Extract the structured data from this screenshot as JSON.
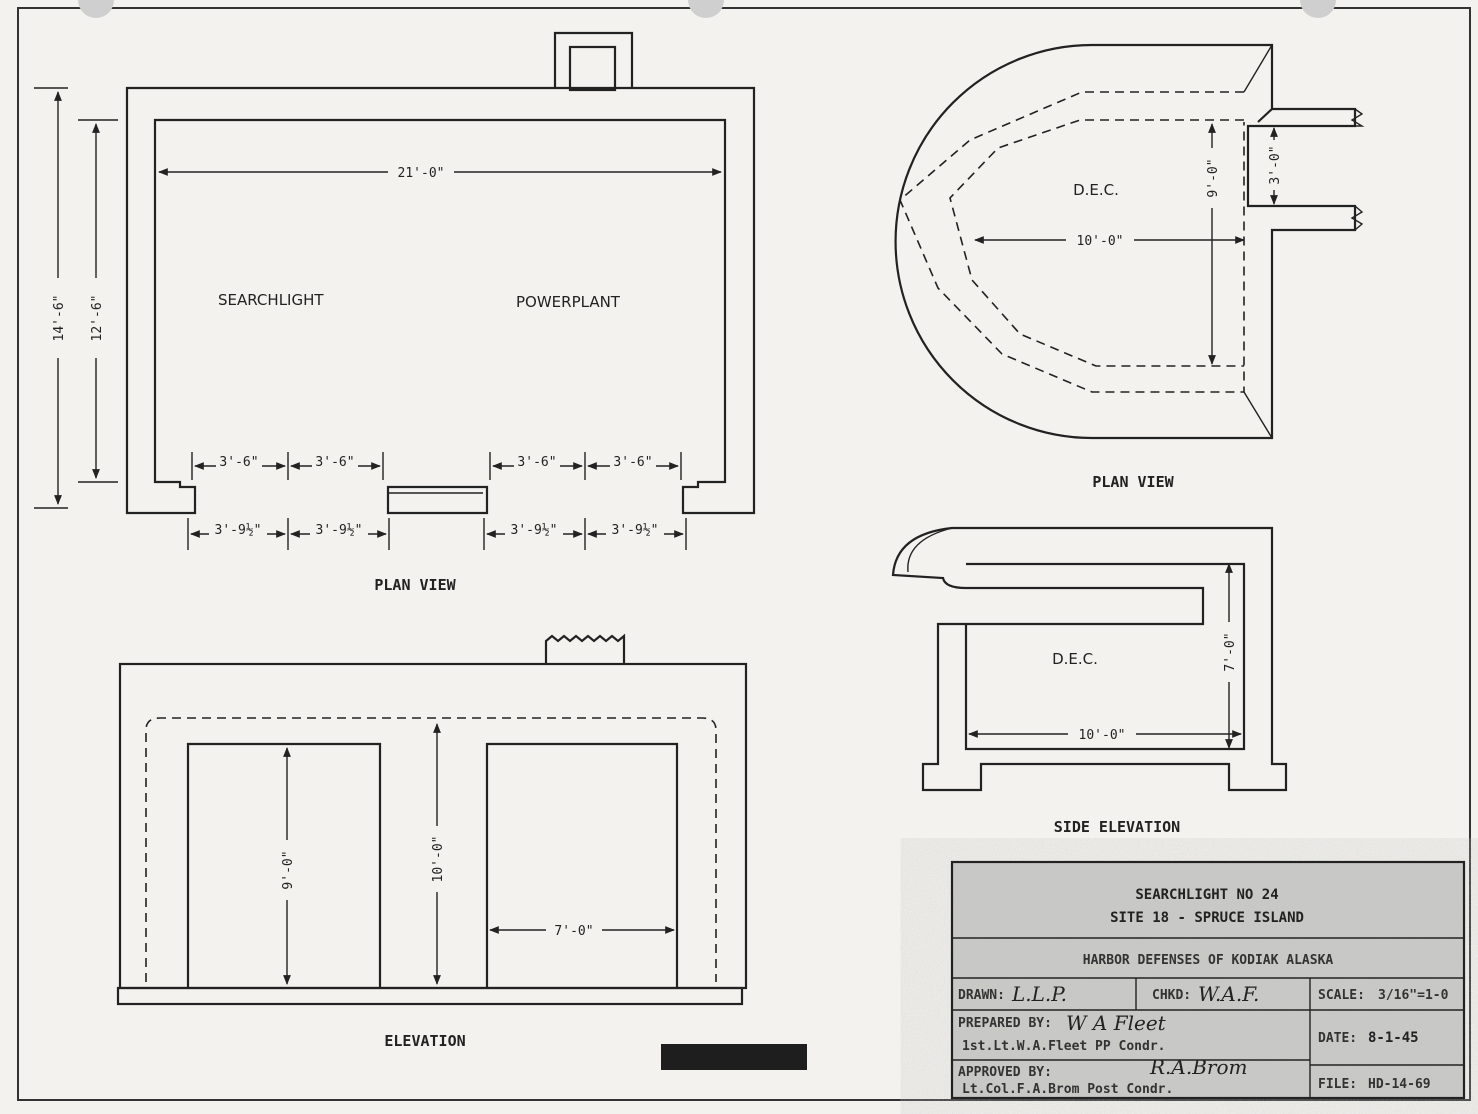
{
  "plan_left": {
    "title": "PLAN VIEW",
    "room_labels": [
      "SEARCHLIGHT",
      "POWERPLANT"
    ],
    "dims": {
      "overall_height": "14'-6\"",
      "inner_height": "12'-6\"",
      "inner_width": "21'-0\"",
      "openings": [
        "3'-6\"",
        "3'-6\"",
        "3'-6\"",
        "3'-6\""
      ],
      "wall_segments": [
        "3'-9½\"",
        "3'-9½\"",
        "3'-9½\"",
        "3'-9½\""
      ]
    }
  },
  "plan_right": {
    "title": "PLAN VIEW",
    "label": "D.E.C.",
    "dims": {
      "depth": "9'-0\"",
      "length": "10'-0\"",
      "entrance": "3'-0\""
    }
  },
  "elevation": {
    "title": "ELEVATION",
    "dims": {
      "door_height": "9'-0\"",
      "overall_height": "10'-0\"",
      "door_width": "7'-0\""
    }
  },
  "side_elevation": {
    "title": "SIDE ELEVATION",
    "label": "D.E.C.",
    "dims": {
      "height": "7'-0\"",
      "length": "10'-0\""
    }
  },
  "title_block": {
    "line1": "SEARCHLIGHT NO 24",
    "line2": "SITE 18 - SPRUCE ISLAND",
    "line3": "HARBOR DEFENSES OF KODIAK ALASKA",
    "drawn_label": "DRAWN:",
    "drawn_value": "L.L.P.",
    "chkd_label": "CHKD:",
    "chkd_value": "W.A.F.",
    "scale_label": "SCALE:",
    "scale_value": "3/16\"=1-0",
    "prepared_label": "PREPARED BY:",
    "prepared_sig": "W A Fleet",
    "prepared_line": "1st.Lt.W.A.Fleet  PP Condr.",
    "date_label": "DATE:",
    "date_value": "8-1-45",
    "approved_label": "APPROVED BY:",
    "approved_sig": "R.A.Brom",
    "approved_line": "Lt.Col.F.A.Brom  Post Condr.",
    "file_label": "FILE:",
    "file_value": "HD-14-69"
  }
}
